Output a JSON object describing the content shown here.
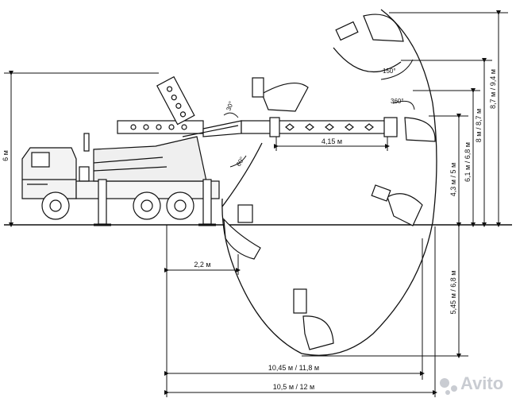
{
  "dimensions": {
    "height_truck": "6 м",
    "h1": "4,3 м / 5 м",
    "h2": "6,1 м / 6,8 м",
    "h3": "8 м / 8,7 м",
    "h4": "8,7 м / 9,4 м",
    "depth": "5,45 м / 6,8 м",
    "boom_ext": "4,15 м",
    "offset": "2,2 м",
    "reach_dig": "10,45 м / 11,8 м",
    "reach_total": "10,5 м / 12 м"
  },
  "angles": {
    "a1": "150°",
    "a2": "360°",
    "a3": "30°",
    "a4": "60°"
  },
  "watermark": "Avito"
}
